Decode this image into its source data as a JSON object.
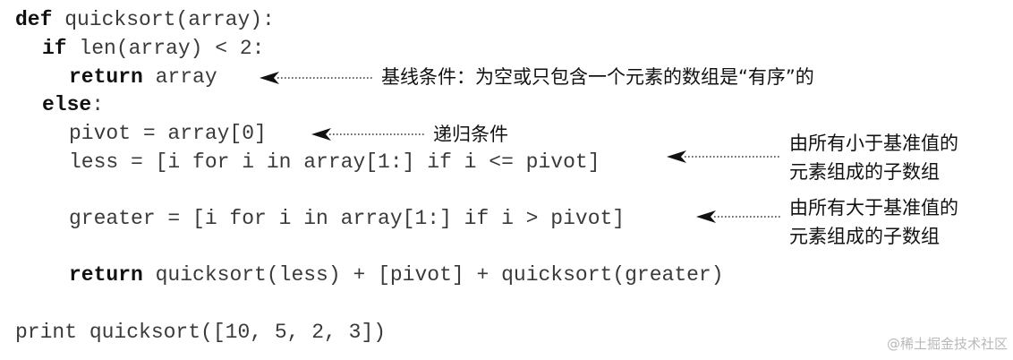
{
  "code": {
    "l1_kw": "def",
    "l1_rest": " quicksort(array):",
    "l2_kw": "if",
    "l2_rest": " len(array) < 2:",
    "l3_kw": "return",
    "l3_rest": " array",
    "l4_kw": "else",
    "l4_rest": ":",
    "l5": "pivot = array[0]",
    "l6": "less = [i for i in array[1:] if i <= pivot]",
    "l7": "greater = [i for i in array[1:] if i > pivot]",
    "l8_kw": "return",
    "l8_rest": " quicksort(less) + [pivot] + quicksort(greater)",
    "l9": "print quicksort([10, 5, 2, 3])"
  },
  "annotations": {
    "base_case": "基线条件：为空或只包含一个元素的数组是“有序”的",
    "recursive_case": "递归条件",
    "less_line1": "由所有小于基准值的",
    "less_line2": "元素组成的子数组",
    "greater_line1": "由所有大于基准值的",
    "greater_line2": "元素组成的子数组"
  },
  "watermark": "@稀土掘金技术社区"
}
